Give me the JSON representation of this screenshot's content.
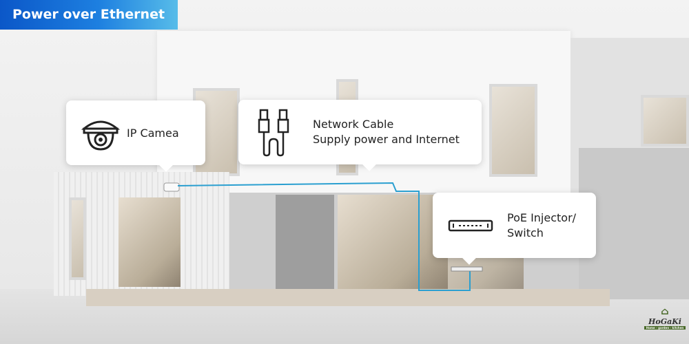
{
  "title": "Power over Ethernet",
  "callouts": {
    "camera": {
      "label": "IP Camea",
      "icon": "dome-camera-icon"
    },
    "cable": {
      "line1": "Network Cable",
      "line2": "Supply power and Internet",
      "icon": "ethernet-cable-icon"
    },
    "poe": {
      "line1": "PoE Injector/",
      "line2": "Switch",
      "icon": "poe-switch-icon"
    }
  },
  "logo": {
    "name": "HoGaKi",
    "tagline": "Home - garden - kitchen"
  },
  "colors": {
    "cable": "#2a9fd0",
    "title_start": "#0b57c8",
    "title_end": "#57bce9"
  }
}
